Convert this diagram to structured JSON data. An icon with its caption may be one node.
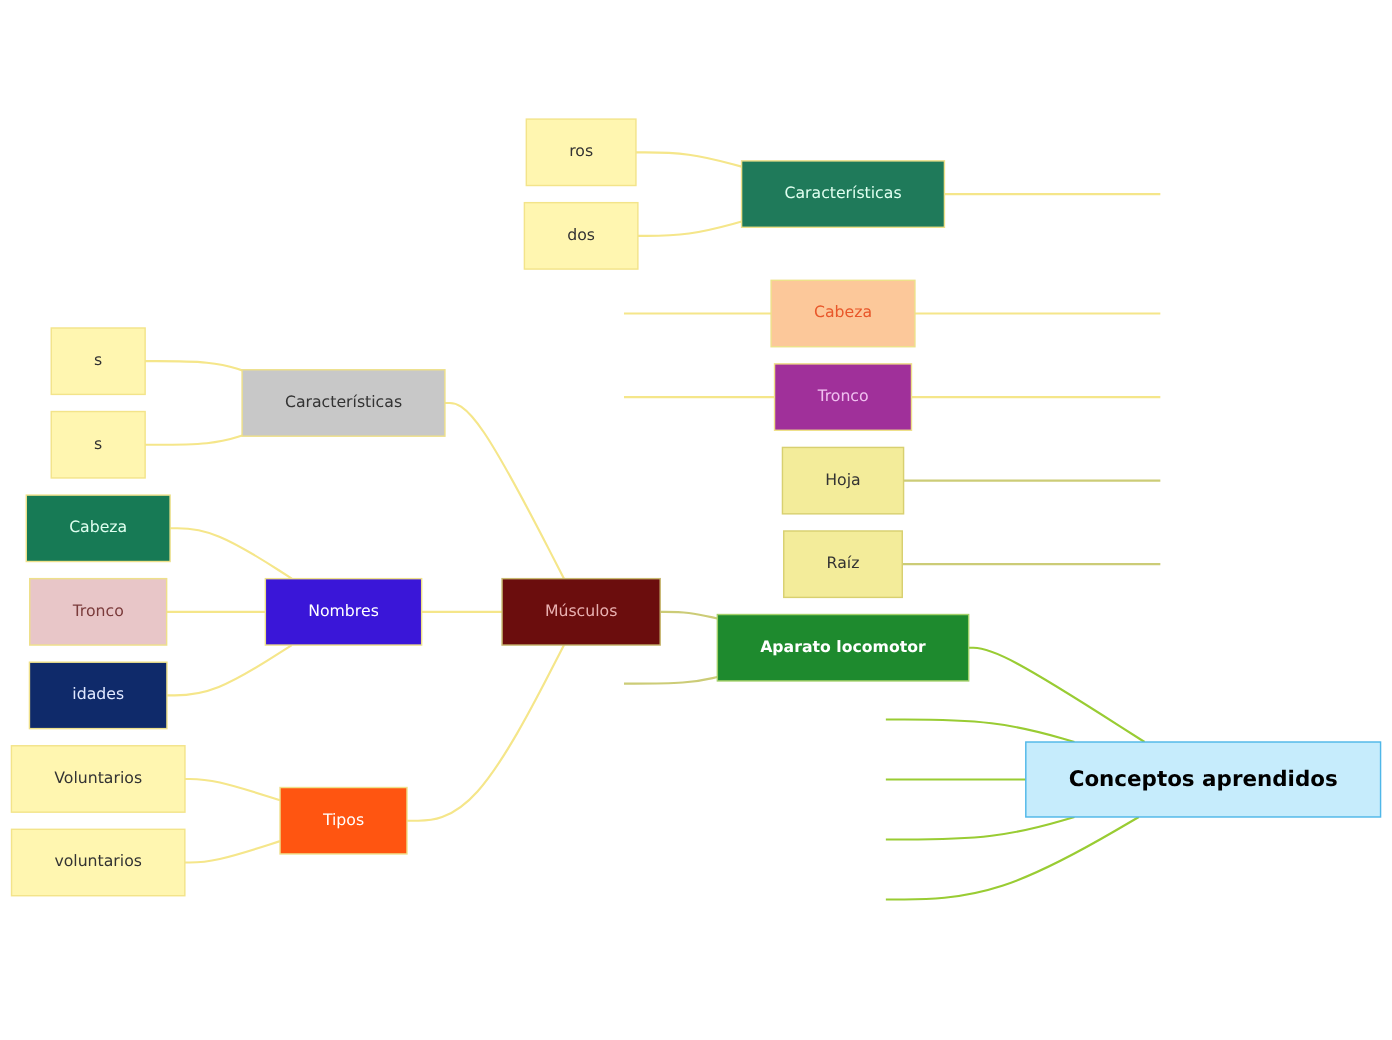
{
  "diagram": {
    "nodes": [
      {
        "text": [
          "Conceptos aprendidos"
        ]
      },
      {
        "text": [
          "Aparato locomotor"
        ]
      },
      {
        "text": [
          "Músculos"
        ]
      },
      {
        "text": [
          "Características"
        ]
      },
      {
        "text": [
          "s"
        ]
      },
      {
        "text": [
          "s"
        ]
      },
      {
        "text": [
          "Nombres"
        ]
      },
      {
        "text": [
          "Cabeza"
        ]
      },
      {
        "text": [
          "Tronco"
        ]
      },
      {
        "text": [
          "idades"
        ]
      },
      {
        "text": [
          "Tipos"
        ]
      },
      {
        "text": [
          "Voluntarios"
        ]
      },
      {
        "text": [
          "voluntarios"
        ]
      },
      {
        "text": [
          "Características"
        ]
      },
      {
        "text": [
          "ros"
        ]
      },
      {
        "text": [
          "dos"
        ]
      },
      {
        "text": [
          "Cabeza"
        ]
      },
      {
        "text": [
          "Tronco"
        ]
      },
      {
        "text": [
          "Hoja"
        ]
      },
      {
        "text": [
          "Raíz"
        ]
      }
    ],
    "edges": [
      {
        "from": 0,
        "to": 1,
        "arrow": "none",
        "color": "#99cc33"
      },
      {
        "from": 0,
        "to": null,
        "arrow": "none",
        "color": "#99cc33"
      },
      {
        "from": 0,
        "to": null,
        "arrow": "none",
        "color": "#99cc33"
      },
      {
        "from": 0,
        "to": null,
        "arrow": "none",
        "color": "#99cc33"
      },
      {
        "from": 0,
        "to": null,
        "arrow": "none",
        "color": "#99cc33"
      },
      {
        "from": 1,
        "to": 2,
        "arrow": "none",
        "color": "#cccc77"
      },
      {
        "from": 1,
        "to": null,
        "arrow": "none",
        "color": "#cccc77"
      },
      {
        "from": 2,
        "to": 3,
        "arrow": "none"
      },
      {
        "from": 3,
        "to": 4,
        "arrow": "none"
      },
      {
        "from": 3,
        "to": 5,
        "arrow": "none"
      },
      {
        "from": 2,
        "to": 6,
        "arrow": "none"
      },
      {
        "from": 6,
        "to": 7,
        "arrow": "none"
      },
      {
        "from": 6,
        "to": 8,
        "arrow": "none"
      },
      {
        "from": 6,
        "to": 9,
        "arrow": "none"
      },
      {
        "from": 2,
        "to": 10,
        "arrow": "none"
      },
      {
        "from": 10,
        "to": 11,
        "arrow": "none"
      },
      {
        "from": 10,
        "to": 12,
        "arrow": "none"
      },
      {
        "from": null,
        "to": 13,
        "arrow": "none"
      },
      {
        "from": 13,
        "to": 14,
        "arrow": "none"
      },
      {
        "from": 13,
        "to": 15,
        "arrow": "none"
      },
      {
        "from": null,
        "to": 16,
        "arrow": "none"
      },
      {
        "from": 16,
        "to": null,
        "arrow": "none"
      },
      {
        "from": null,
        "to": 17,
        "arrow": "none"
      },
      {
        "from": 17,
        "to": null,
        "arrow": "none"
      },
      {
        "from": null,
        "to": 18,
        "arrow": "none",
        "color": "#cccc77"
      },
      {
        "from": null,
        "to": 19,
        "arrow": "none",
        "color": "#cccc77"
      }
    ]
  }
}
